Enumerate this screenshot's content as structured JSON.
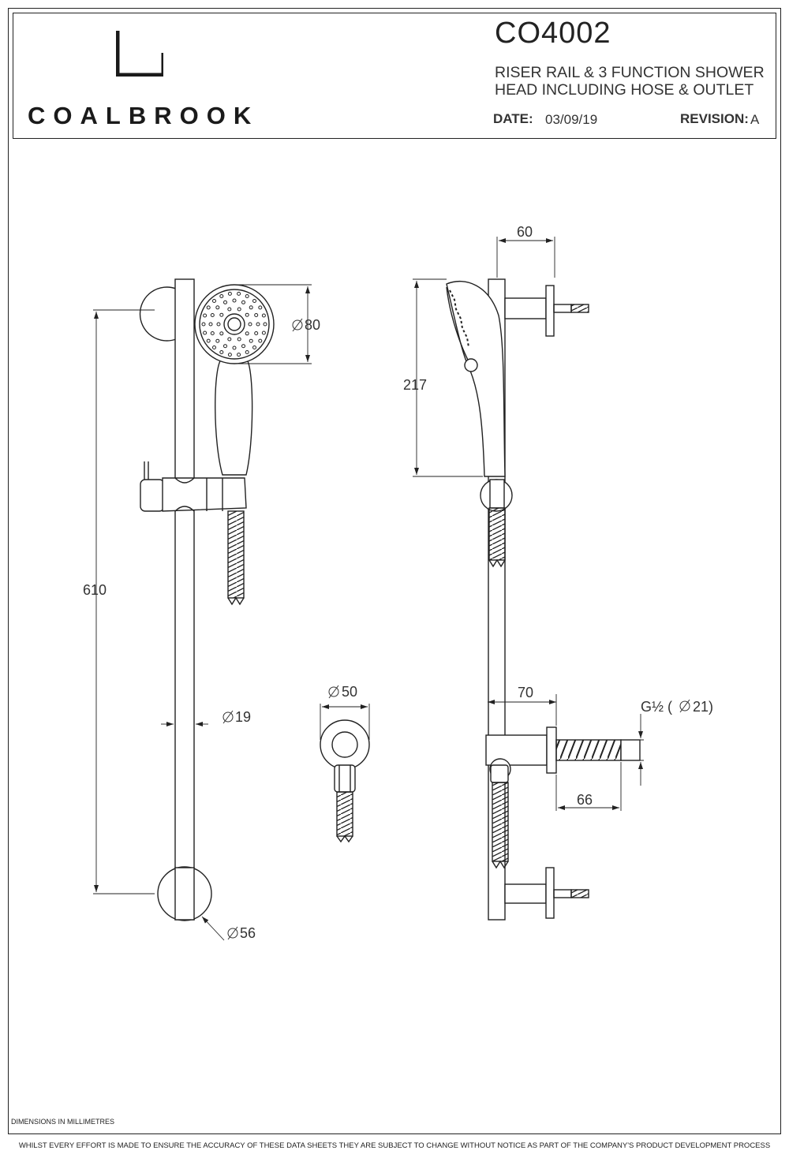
{
  "title_block": {
    "brand": "COALBROOK",
    "code": "CO4002",
    "description_line1": "RISER RAIL & 3 FUNCTION SHOWER",
    "description_line2": "HEAD INCLUDING HOSE & OUTLET",
    "date_label": "DATE:",
    "date_value": "03/09/19",
    "revision_label": "REVISION:",
    "revision_value": "A"
  },
  "dimensions": {
    "head_diameter": "80",
    "rail_length": "610",
    "rail_diameter": "19",
    "base_diameter": "56",
    "outlet_diameter": "50",
    "bracket_depth": "60",
    "head_height": "217",
    "outlet_depth": "70",
    "thread_spec": "G½ (",
    "thread_diameter": "21)",
    "thread_length": "66"
  },
  "footer": {
    "units_note": "DIMENSIONS IN  MILLIMETRES",
    "disclaimer": "WHILST EVERY EFFORT IS MADE TO ENSURE THE ACCURACY OF THESE DATA SHEETS THEY ARE SUBJECT TO CHANGE WITHOUT NOTICE AS PART OF THE COMPANY'S PRODUCT DEVELOPMENT PROCESS"
  },
  "colors": {
    "line": "#222222",
    "background": "#ffffff"
  }
}
